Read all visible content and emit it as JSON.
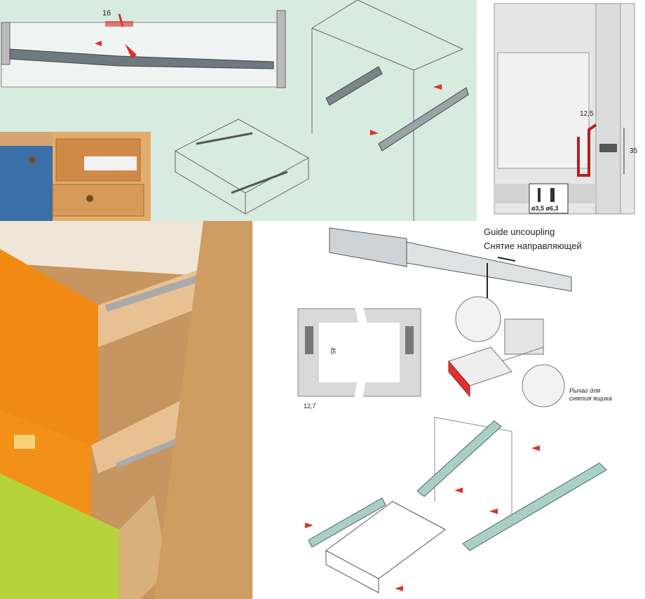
{
  "top_left_diagram": {
    "dimension": "16"
  },
  "side_section": {
    "gap": "12,5",
    "height": "35",
    "screws": "ø3,5 ø6,3"
  },
  "uncoupling": {
    "title_en": "Guide uncoupling",
    "title_ru": "Снятие направляющей"
  },
  "cross_section": {
    "height": "45",
    "width": "12,7"
  },
  "lever_note": {
    "line1": "Рычаг для",
    "line2": "снятия ящика"
  },
  "colors": {
    "mint_bg": "#d7ebe0",
    "orange": "#f08a12",
    "wood": "#d9a874",
    "red": "#e03030",
    "lime": "#b6d33c",
    "rail_teal": "#a9cfc6"
  }
}
